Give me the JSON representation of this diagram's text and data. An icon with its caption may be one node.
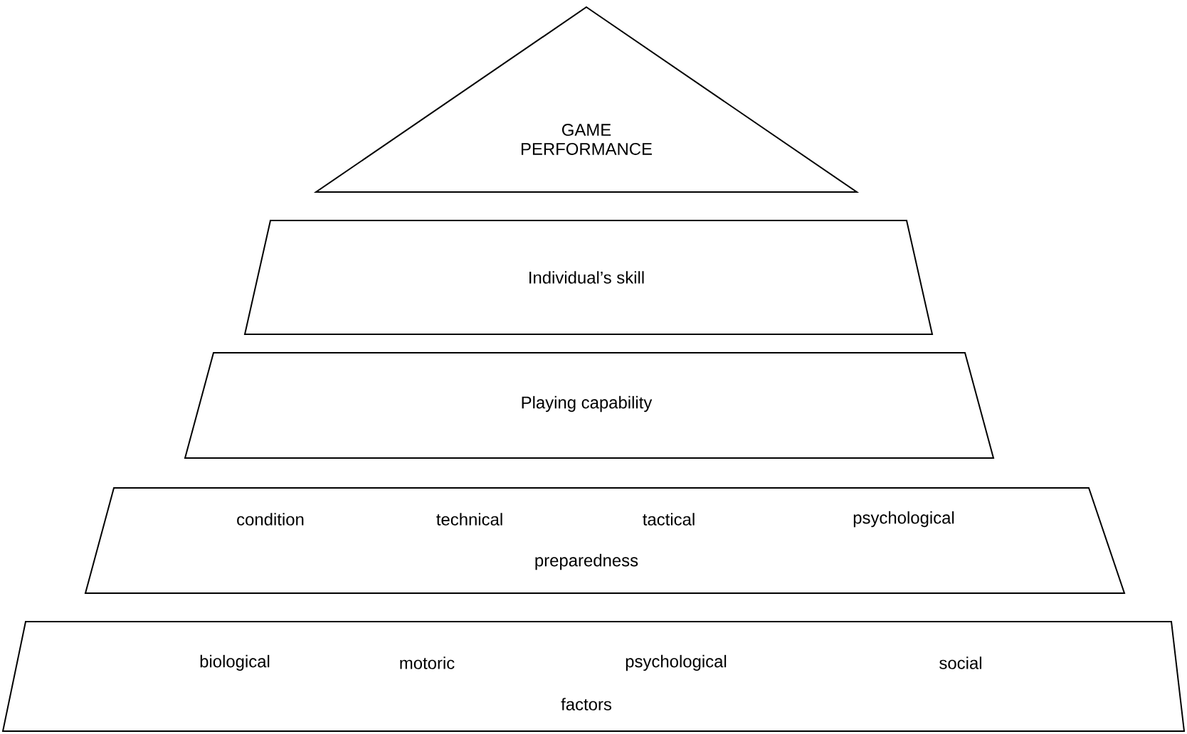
{
  "diagram": {
    "nodes": [
      {
        "text": [
          "GAME PERFORMANCE"
        ]
      },
      {
        "text": [
          "Individual’s skill"
        ]
      },
      {
        "text": [
          "Playing capability"
        ]
      },
      {
        "text": [
          "condition",
          "technical",
          "tactical",
          "psychological",
          "preparedness"
        ]
      },
      {
        "text": [
          "biological",
          "motoric",
          "psychological",
          "social",
          "factors"
        ]
      }
    ]
  }
}
